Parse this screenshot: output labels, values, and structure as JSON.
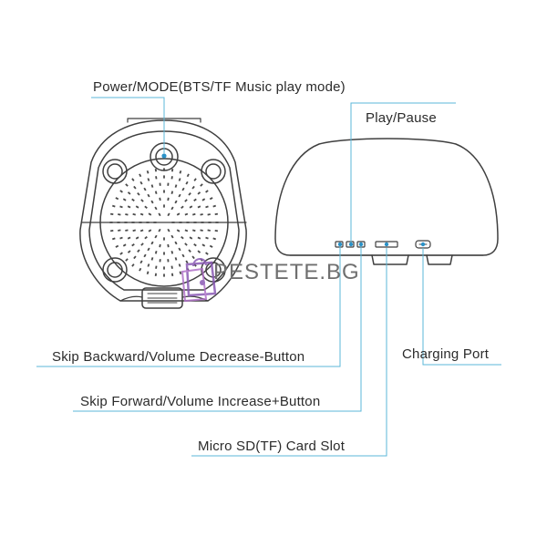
{
  "labels": {
    "power_mode": "Power/MODE(BTS/TF Music play mode)",
    "play_pause": "Play/Pause",
    "skip_backward": "Skip Backward/Volume Decrease-Button",
    "skip_forward": "Skip Forward/Volume Increase+Button",
    "micro_sd": "Micro SD(TF) Card Slot",
    "charging_port": "Charging Port"
  },
  "watermark": {
    "text": "PESTETE.BG"
  },
  "colors": {
    "line": "#3f3f3f",
    "callout": "#5bb7d8",
    "dot": "#2a92c8",
    "watermark": "#8a5ab5"
  }
}
